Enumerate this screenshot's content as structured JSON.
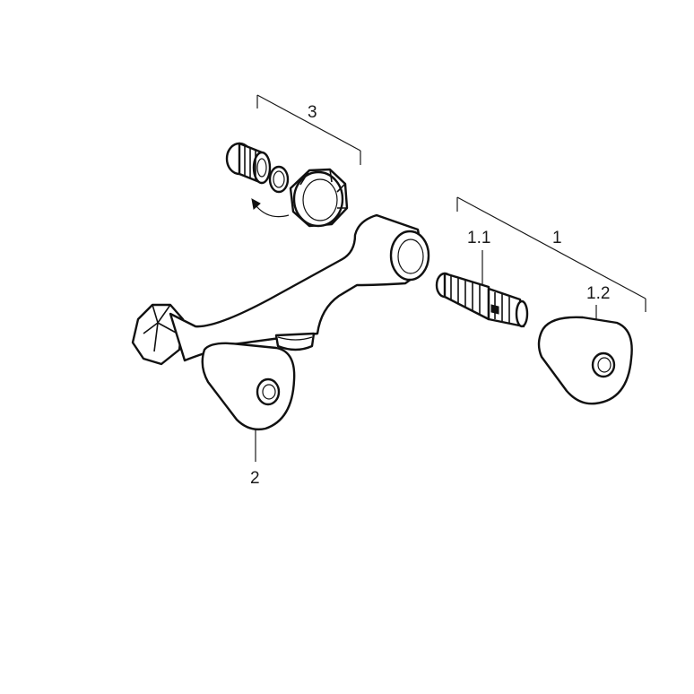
{
  "labels": {
    "group_3": "3",
    "group_1": "1",
    "part_1_1": "1.1",
    "part_1_2": "1.2",
    "part_2": "2"
  },
  "colors": {
    "ink": "#111111",
    "background": "#ffffff"
  }
}
